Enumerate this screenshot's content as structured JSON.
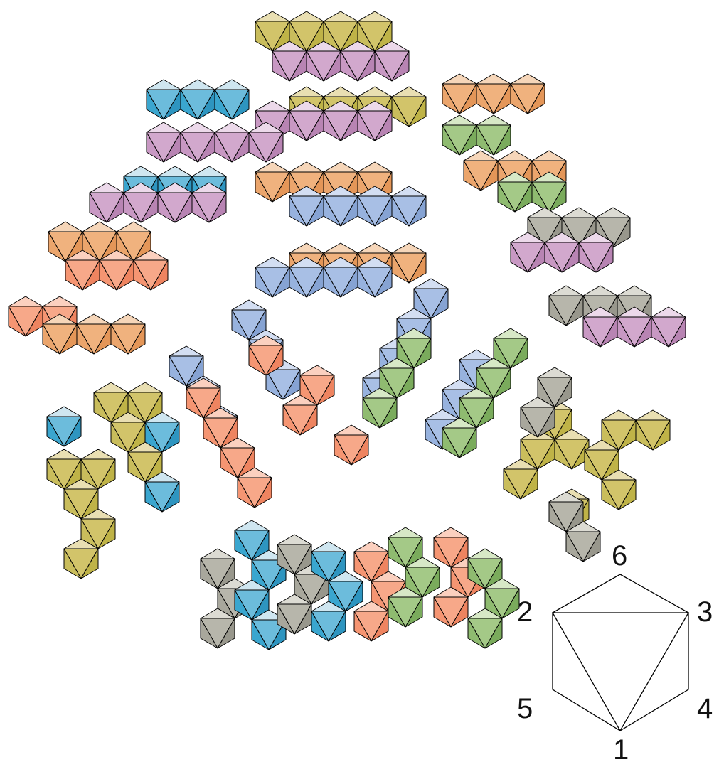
{
  "legend": {
    "vertex_labels": [
      "6",
      "2",
      "3",
      "5",
      "4",
      "1"
    ]
  },
  "palette": {
    "olive": {
      "top": "#e9dfb2",
      "left": "#c9bd5c",
      "right": "#bfb347",
      "front": "#d2c46a"
    },
    "lilac": {
      "top": "#ecd9ea",
      "left": "#c898c3",
      "right": "#b884b3",
      "front": "#d2a8cd"
    },
    "cyan": {
      "top": "#cfe6f0",
      "left": "#3aa6cf",
      "right": "#2e95c0",
      "front": "#6cbcdc"
    },
    "orange": {
      "top": "#f6d6b9",
      "left": "#eba56c",
      "right": "#e49658",
      "front": "#f0b27e"
    },
    "salmon": {
      "top": "#fbd0bf",
      "left": "#f59572",
      "right": "#ee8460",
      "front": "#f7a889"
    },
    "blue": {
      "top": "#d3def2",
      "left": "#97b2de",
      "right": "#86a3d3",
      "front": "#a8bfe5"
    },
    "green": {
      "top": "#d7e8c6",
      "left": "#8fbb70",
      "right": "#7aab5c",
      "front": "#a4c987"
    },
    "gray": {
      "top": "#dcdbd3",
      "left": "#a8a79c",
      "right": "#98978c",
      "front": "#b7b6ab"
    }
  },
  "pieces": [
    {
      "color": "olive",
      "group": "top-row-1"
    },
    {
      "color": "lilac",
      "group": "top-row-1"
    },
    {
      "color": "olive",
      "group": "top-row-2"
    },
    {
      "color": "lilac",
      "group": "top-row-2"
    },
    {
      "color": "orange",
      "group": "top-row-3"
    },
    {
      "color": "blue",
      "group": "top-row-3"
    },
    {
      "color": "orange",
      "group": "top-row-4"
    },
    {
      "color": "blue",
      "group": "top-row-4"
    },
    {
      "color": "cyan",
      "group": "upper-left-1"
    },
    {
      "color": "lilac",
      "group": "upper-left-1"
    },
    {
      "color": "cyan",
      "group": "upper-left-2"
    },
    {
      "color": "lilac",
      "group": "upper-left-2"
    },
    {
      "color": "orange",
      "group": "left-1"
    },
    {
      "color": "salmon",
      "group": "left-1"
    },
    {
      "color": "salmon",
      "group": "left-2"
    },
    {
      "color": "orange",
      "group": "left-2"
    },
    {
      "color": "orange",
      "group": "upper-right-1"
    },
    {
      "color": "green",
      "group": "upper-right-1"
    },
    {
      "color": "orange",
      "group": "upper-right-2"
    },
    {
      "color": "green",
      "group": "upper-right-2"
    },
    {
      "color": "gray",
      "group": "right-1"
    },
    {
      "color": "lilac",
      "group": "right-1"
    },
    {
      "color": "gray",
      "group": "right-2"
    },
    {
      "color": "lilac",
      "group": "right-2"
    },
    {
      "color": "blue",
      "group": "center-1"
    },
    {
      "color": "salmon",
      "group": "center-1"
    },
    {
      "color": "blue",
      "group": "center-2"
    },
    {
      "color": "salmon",
      "group": "center-2"
    },
    {
      "color": "blue",
      "group": "center-3"
    },
    {
      "color": "green",
      "group": "center-3"
    },
    {
      "color": "blue",
      "group": "center-4"
    },
    {
      "color": "green",
      "group": "center-4"
    },
    {
      "color": "olive",
      "group": "lower-left-1"
    },
    {
      "color": "cyan",
      "group": "lower-left-1"
    },
    {
      "color": "olive",
      "group": "lower-left-2"
    },
    {
      "color": "cyan",
      "group": "lower-left-2"
    },
    {
      "color": "olive",
      "group": "lower-right-1"
    },
    {
      "color": "gray",
      "group": "lower-right-1"
    },
    {
      "color": "olive",
      "group": "lower-right-2"
    },
    {
      "color": "gray",
      "group": "lower-right-2"
    },
    {
      "color": "gray",
      "group": "bottom-1"
    },
    {
      "color": "cyan",
      "group": "bottom-1"
    },
    {
      "color": "gray",
      "group": "bottom-2"
    },
    {
      "color": "cyan",
      "group": "bottom-2"
    },
    {
      "color": "salmon",
      "group": "bottom-3"
    },
    {
      "color": "green",
      "group": "bottom-3"
    },
    {
      "color": "salmon",
      "group": "bottom-4"
    },
    {
      "color": "green",
      "group": "bottom-4"
    }
  ]
}
